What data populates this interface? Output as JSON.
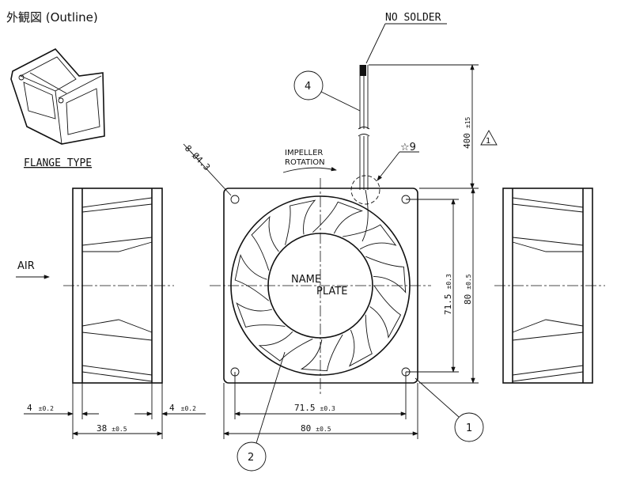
{
  "title": "外観図 (Outline)",
  "iso_label": "FLANGE TYPE",
  "wire_note": "NO SOLDER",
  "callouts": {
    "c1": "1",
    "c2": "2",
    "c4": "4"
  },
  "rev_mark": "1",
  "star_note": "☆9",
  "hole_note": "8-Ø4.3",
  "impeller": {
    "line1": "IMPELLER",
    "line2": "ROTATION"
  },
  "air_label": "AIR",
  "name_plate": {
    "line1": "NAME",
    "line2": "PLATE"
  },
  "dims": {
    "wire_len": "400",
    "wire_tol": "±15",
    "v_hole_pitch": "71.5",
    "v_hole_tol": "±0.3",
    "v_size": "80",
    "v_size_tol": "±0.5",
    "h_hole_pitch": "71.5",
    "h_hole_tol": "±0.3",
    "h_size": "80",
    "h_size_tol": "±0.5",
    "depth": "38",
    "depth_tol": "±0.5",
    "flange_l": "4",
    "flange_l_tol": "±0.2",
    "flange_r": "4",
    "flange_r_tol": "±0.2"
  }
}
